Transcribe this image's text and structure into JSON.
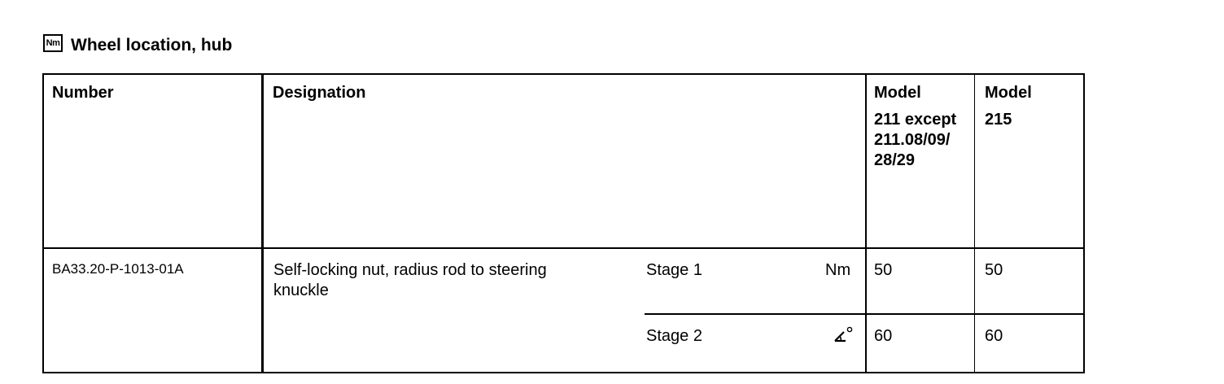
{
  "section": {
    "title": "Wheel location, hub",
    "icon": "nm-torque-icon",
    "icon_text": "Nm"
  },
  "table": {
    "headers": {
      "number": "Number",
      "designation": "Designation",
      "model1_label": "Model",
      "model1_value": "211 except 211.08/09/ 28/29",
      "model2_label": "Model",
      "model2_value": "215"
    },
    "rows": [
      {
        "number": "BA33.20-P-1013-01A",
        "designation": "Self-locking nut, radius rod to steering knuckle",
        "stages": [
          {
            "stage": "Stage 1",
            "unit": "Nm",
            "unit_icon": "",
            "model1": "50",
            "model2": "50"
          },
          {
            "stage": "Stage 2",
            "unit": "",
            "unit_icon": "angle-degree-icon",
            "model1": "60",
            "model2": "60"
          }
        ]
      }
    ]
  }
}
